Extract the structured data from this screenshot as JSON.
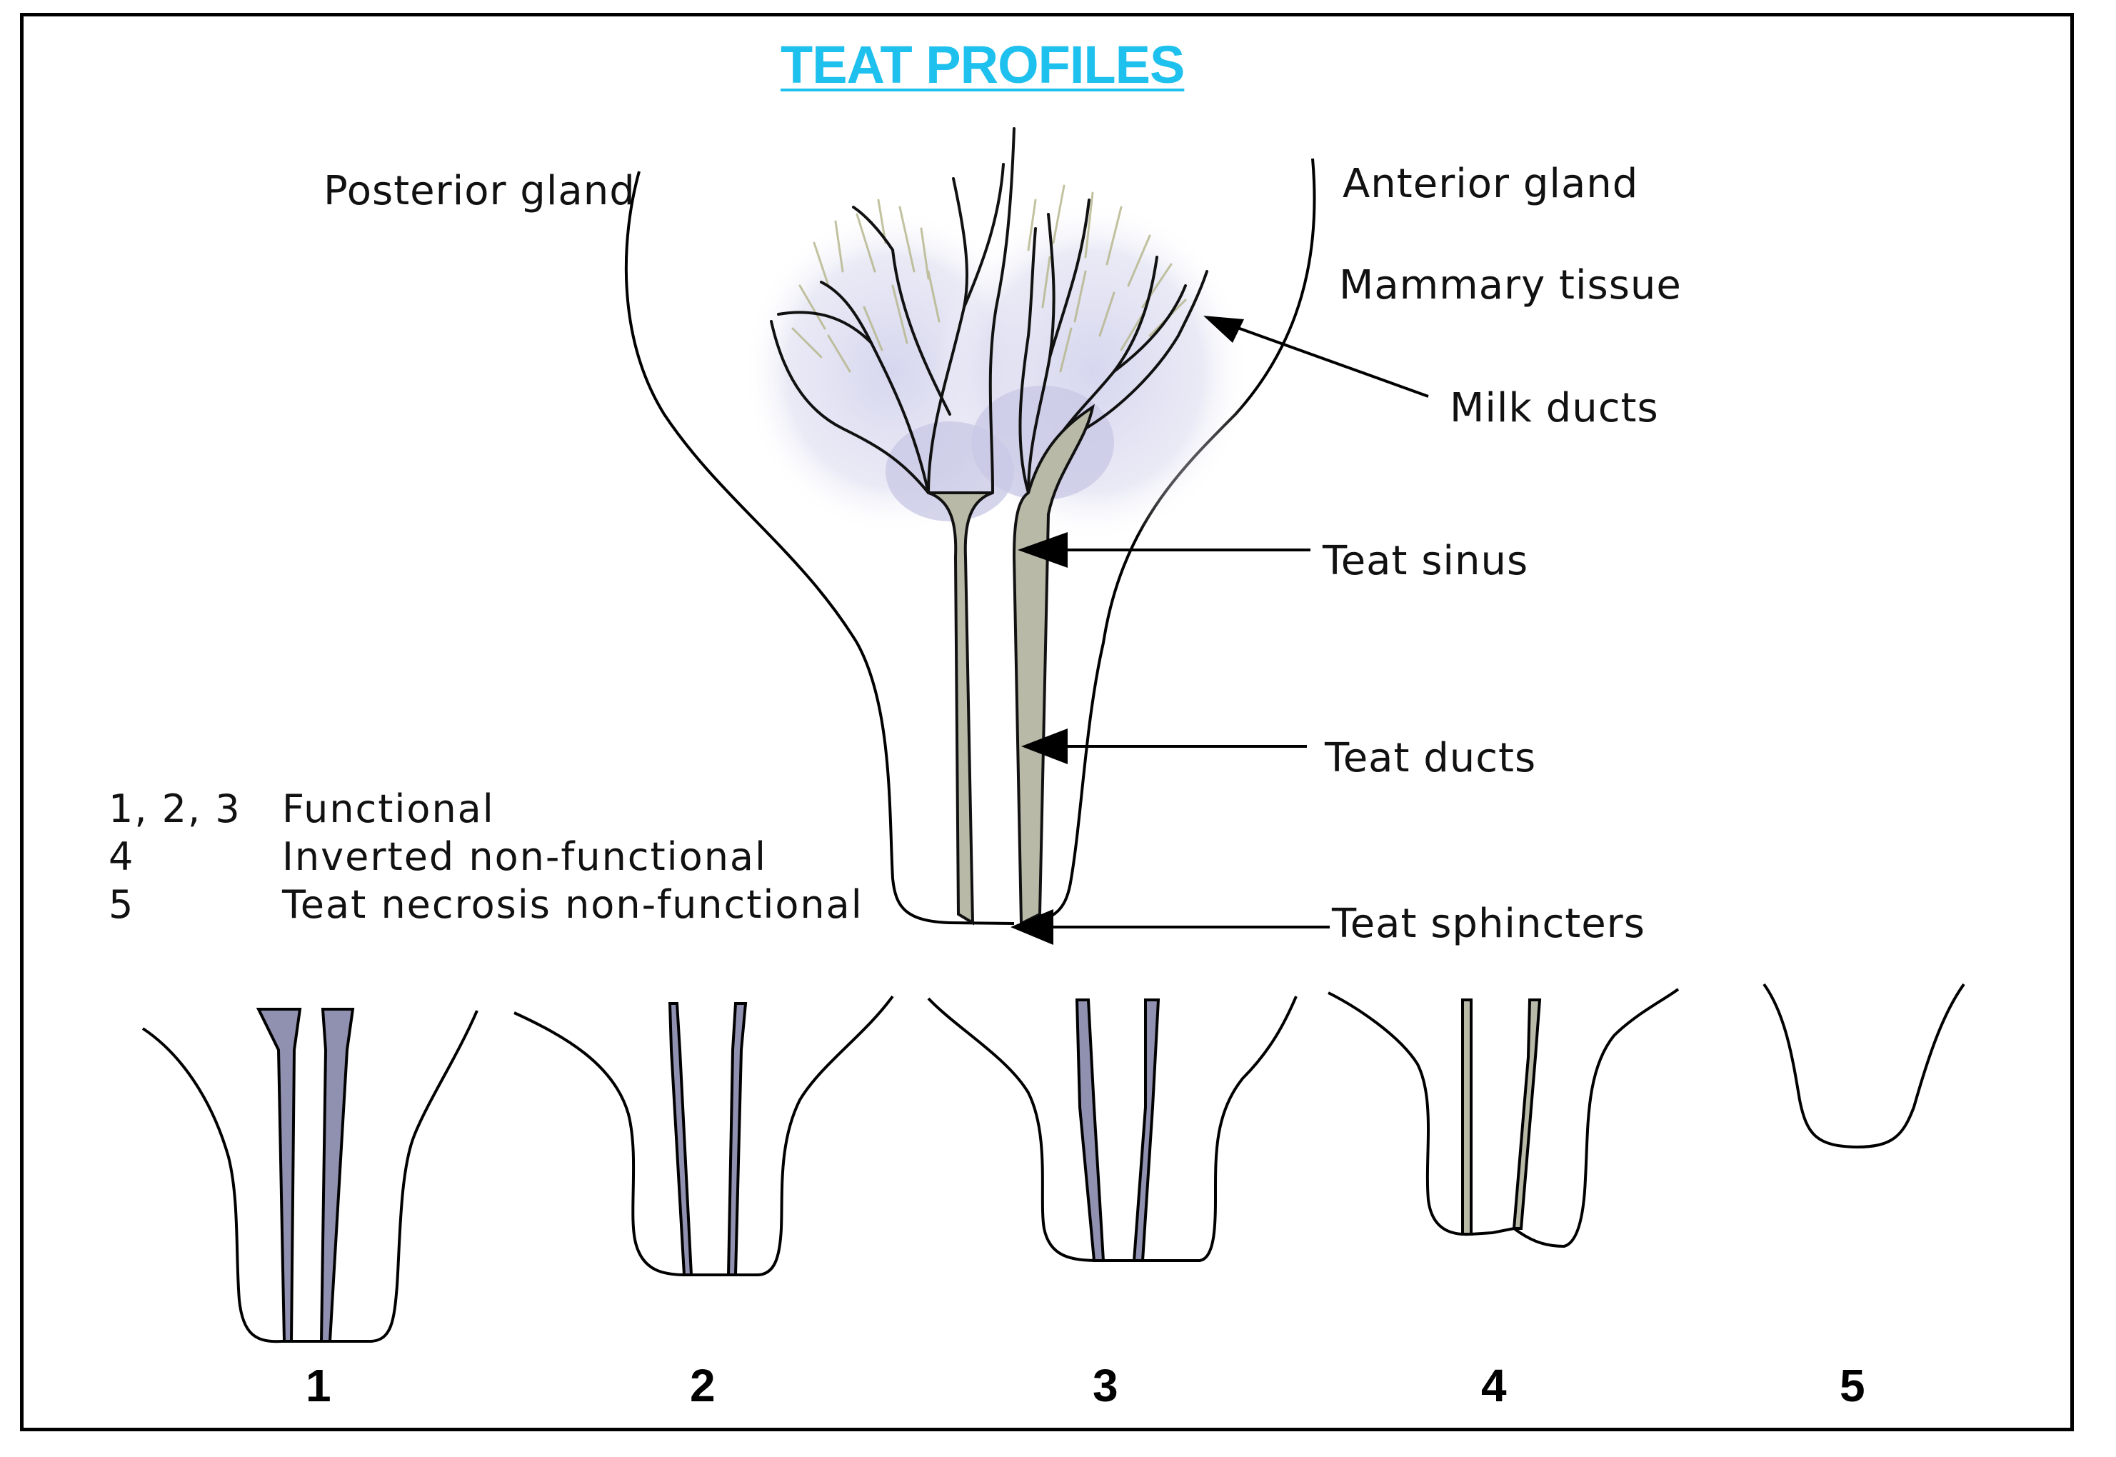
{
  "title": "TEAT PROFILES",
  "labels": {
    "posterior_gland": "Posterior gland",
    "anterior_gland": "Anterior gland",
    "mammary_tissue": "Mammary tissue",
    "milk_ducts": "Milk ducts",
    "teat_sinus": "Teat sinus",
    "teat_ducts": "Teat ducts",
    "teat_sphincters": "Teat sphincters"
  },
  "legend": [
    {
      "key": "1, 2, 3",
      "text": "Functional"
    },
    {
      "key": "4",
      "text": "Inverted non-functional"
    },
    {
      "key": "5",
      "text": "Teat necrosis non-functional"
    }
  ],
  "profiles": [
    "1",
    "2",
    "3",
    "4",
    "5"
  ],
  "colors": {
    "title": "#1ec0ee",
    "duct_fill": "#b9b9a8",
    "profile_duct_fill": "#9090b0",
    "tissue_glow": "#c8c8e8",
    "tissue_speck": "#b8b890",
    "outline": "#000000"
  }
}
